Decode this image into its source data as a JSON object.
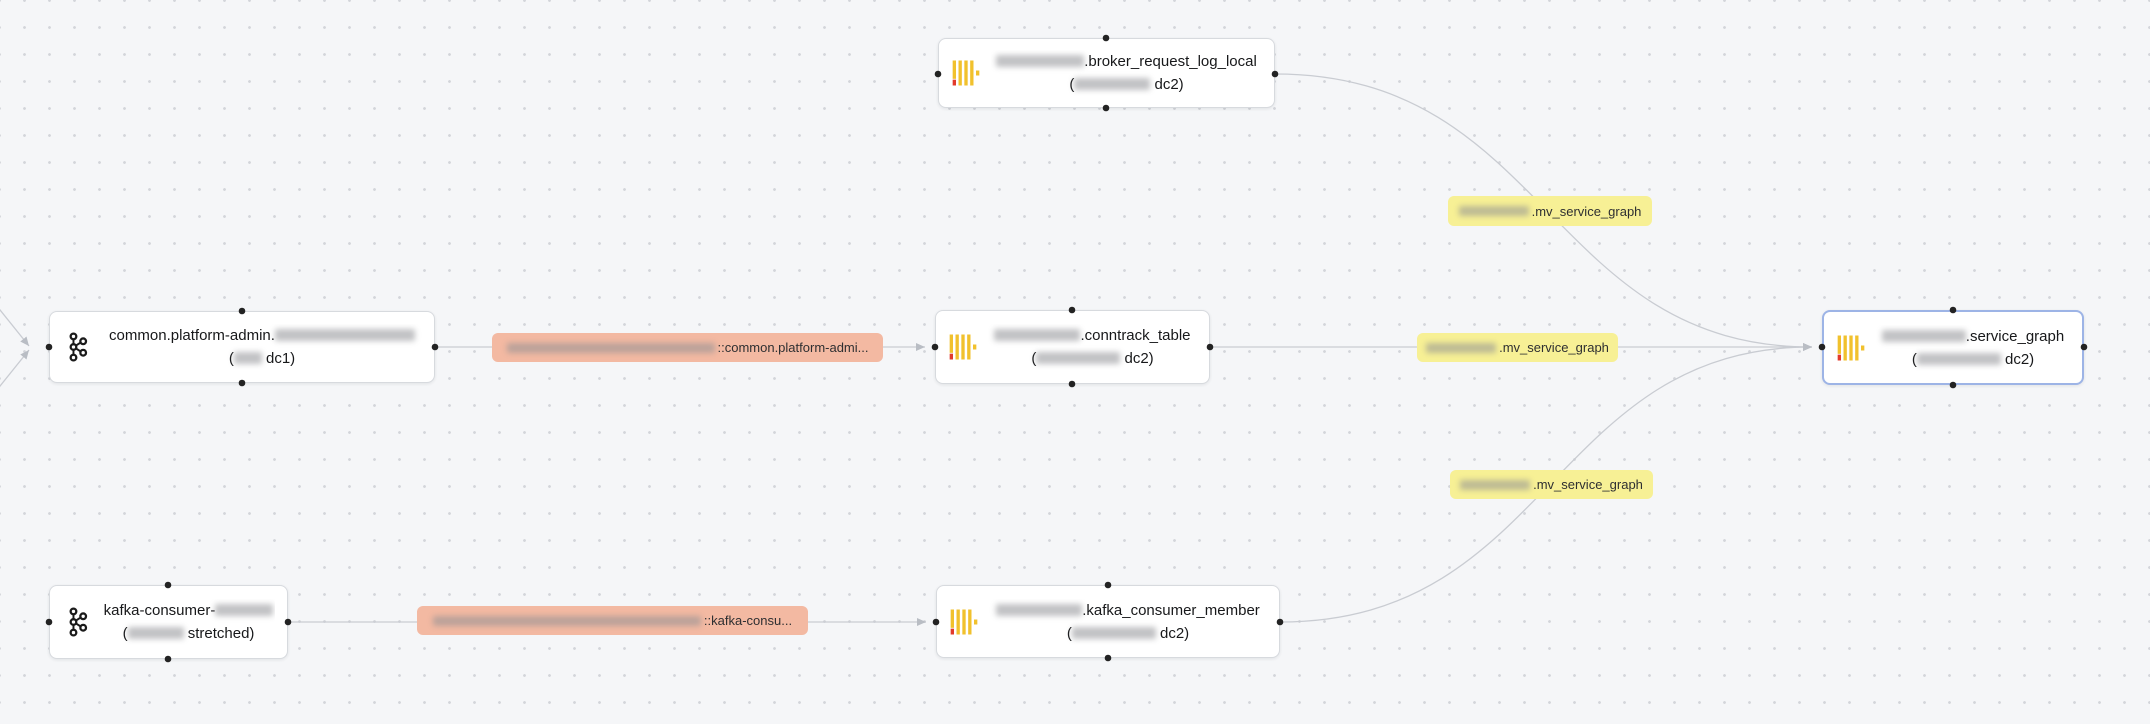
{
  "diagram": {
    "nodes": [
      {
        "id": "broker-request-log-local",
        "icon": "clickhouse",
        "title_before": "",
        "title_after": ".broker_request_log_local",
        "sub_open": "(",
        "sub_close": "dc2)",
        "selected": false
      },
      {
        "id": "common-platform-admin",
        "icon": "kafka",
        "title_before": "common.platform-admin.",
        "title_after": "",
        "sub_open": "(",
        "sub_close": "dc1)",
        "selected": false
      },
      {
        "id": "conntrack-table",
        "icon": "clickhouse",
        "title_before": "",
        "title_after": ".conntrack_table",
        "sub_open": "(",
        "sub_close": "dc2)",
        "selected": false
      },
      {
        "id": "service-graph",
        "icon": "clickhouse",
        "title_before": "",
        "title_after": ".service_graph",
        "sub_open": "(",
        "sub_close": "dc2)",
        "selected": true
      },
      {
        "id": "kafka-consumer",
        "icon": "kafka",
        "title_before": "kafka-consumer-",
        "title_after": "",
        "sub_open": "(",
        "sub_close": "stretched)",
        "selected": false
      },
      {
        "id": "kafka-consumer-member",
        "icon": "clickhouse",
        "title_before": "",
        "title_after": ".kafka_consumer_member",
        "sub_open": "(",
        "sub_close": "dc2)",
        "selected": false
      }
    ],
    "edge_labels": [
      {
        "id": "mirror-common",
        "type": "orange",
        "text": "::common.platform-admi..."
      },
      {
        "id": "mirror-kafka-consumer",
        "type": "orange",
        "text": "::kafka-consu..."
      },
      {
        "id": "mv-top",
        "type": "yellow",
        "text": ".mv_service_graph"
      },
      {
        "id": "mv-mid",
        "type": "yellow",
        "text": ".mv_service_graph"
      },
      {
        "id": "mv-bottom",
        "type": "yellow",
        "text": ".mv_service_graph"
      }
    ]
  },
  "colors": {
    "canvas_bg": "#f5f6f8",
    "dot": "#d3d5da",
    "node_border": "#d7dade",
    "selected_border": "#9db4e6",
    "edge": "#c9ccd2",
    "arrow": "#b9bdc4",
    "handle": "#232323",
    "orange_label": "#f3b9a2",
    "yellow_label": "#f7f095",
    "text": "#17181a",
    "label_text": "#2e2f31",
    "clickhouse_yellow": "#f1c12d",
    "clickhouse_red": "#e23a2b",
    "kafka_black": "#1a1a1a"
  }
}
